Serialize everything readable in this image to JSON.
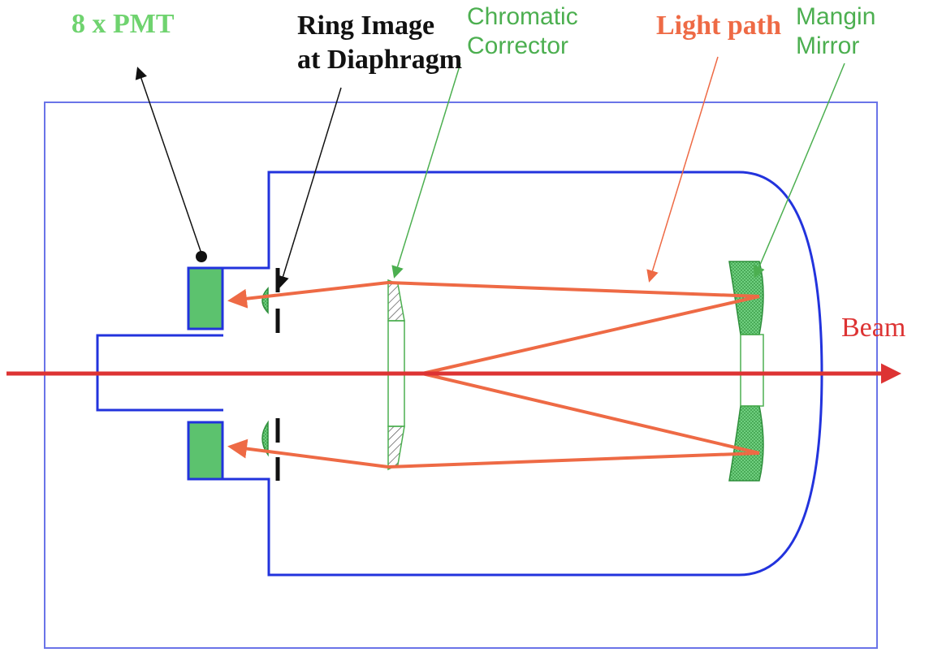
{
  "labels": {
    "pmt": "8 x PMT",
    "ring_line1": "Ring Image",
    "ring_line2": "at Diaphragm",
    "chromatic_line1": "Chromatic",
    "chromatic_line2": "Corrector",
    "light_path": "Light path",
    "mangin_line1": "Mangin",
    "mangin_line2": "Mirror",
    "beam": "Beam"
  },
  "colors": {
    "outline": "#2233dd",
    "light": "#ee6a45",
    "beam": "#dd3333",
    "green": "#5cc26e",
    "green_dark": "#2f8f3c",
    "label_green": "#55bb55",
    "label_black": "#111111",
    "label_orange": "#ee6a45",
    "label_red": "#dd3333"
  }
}
